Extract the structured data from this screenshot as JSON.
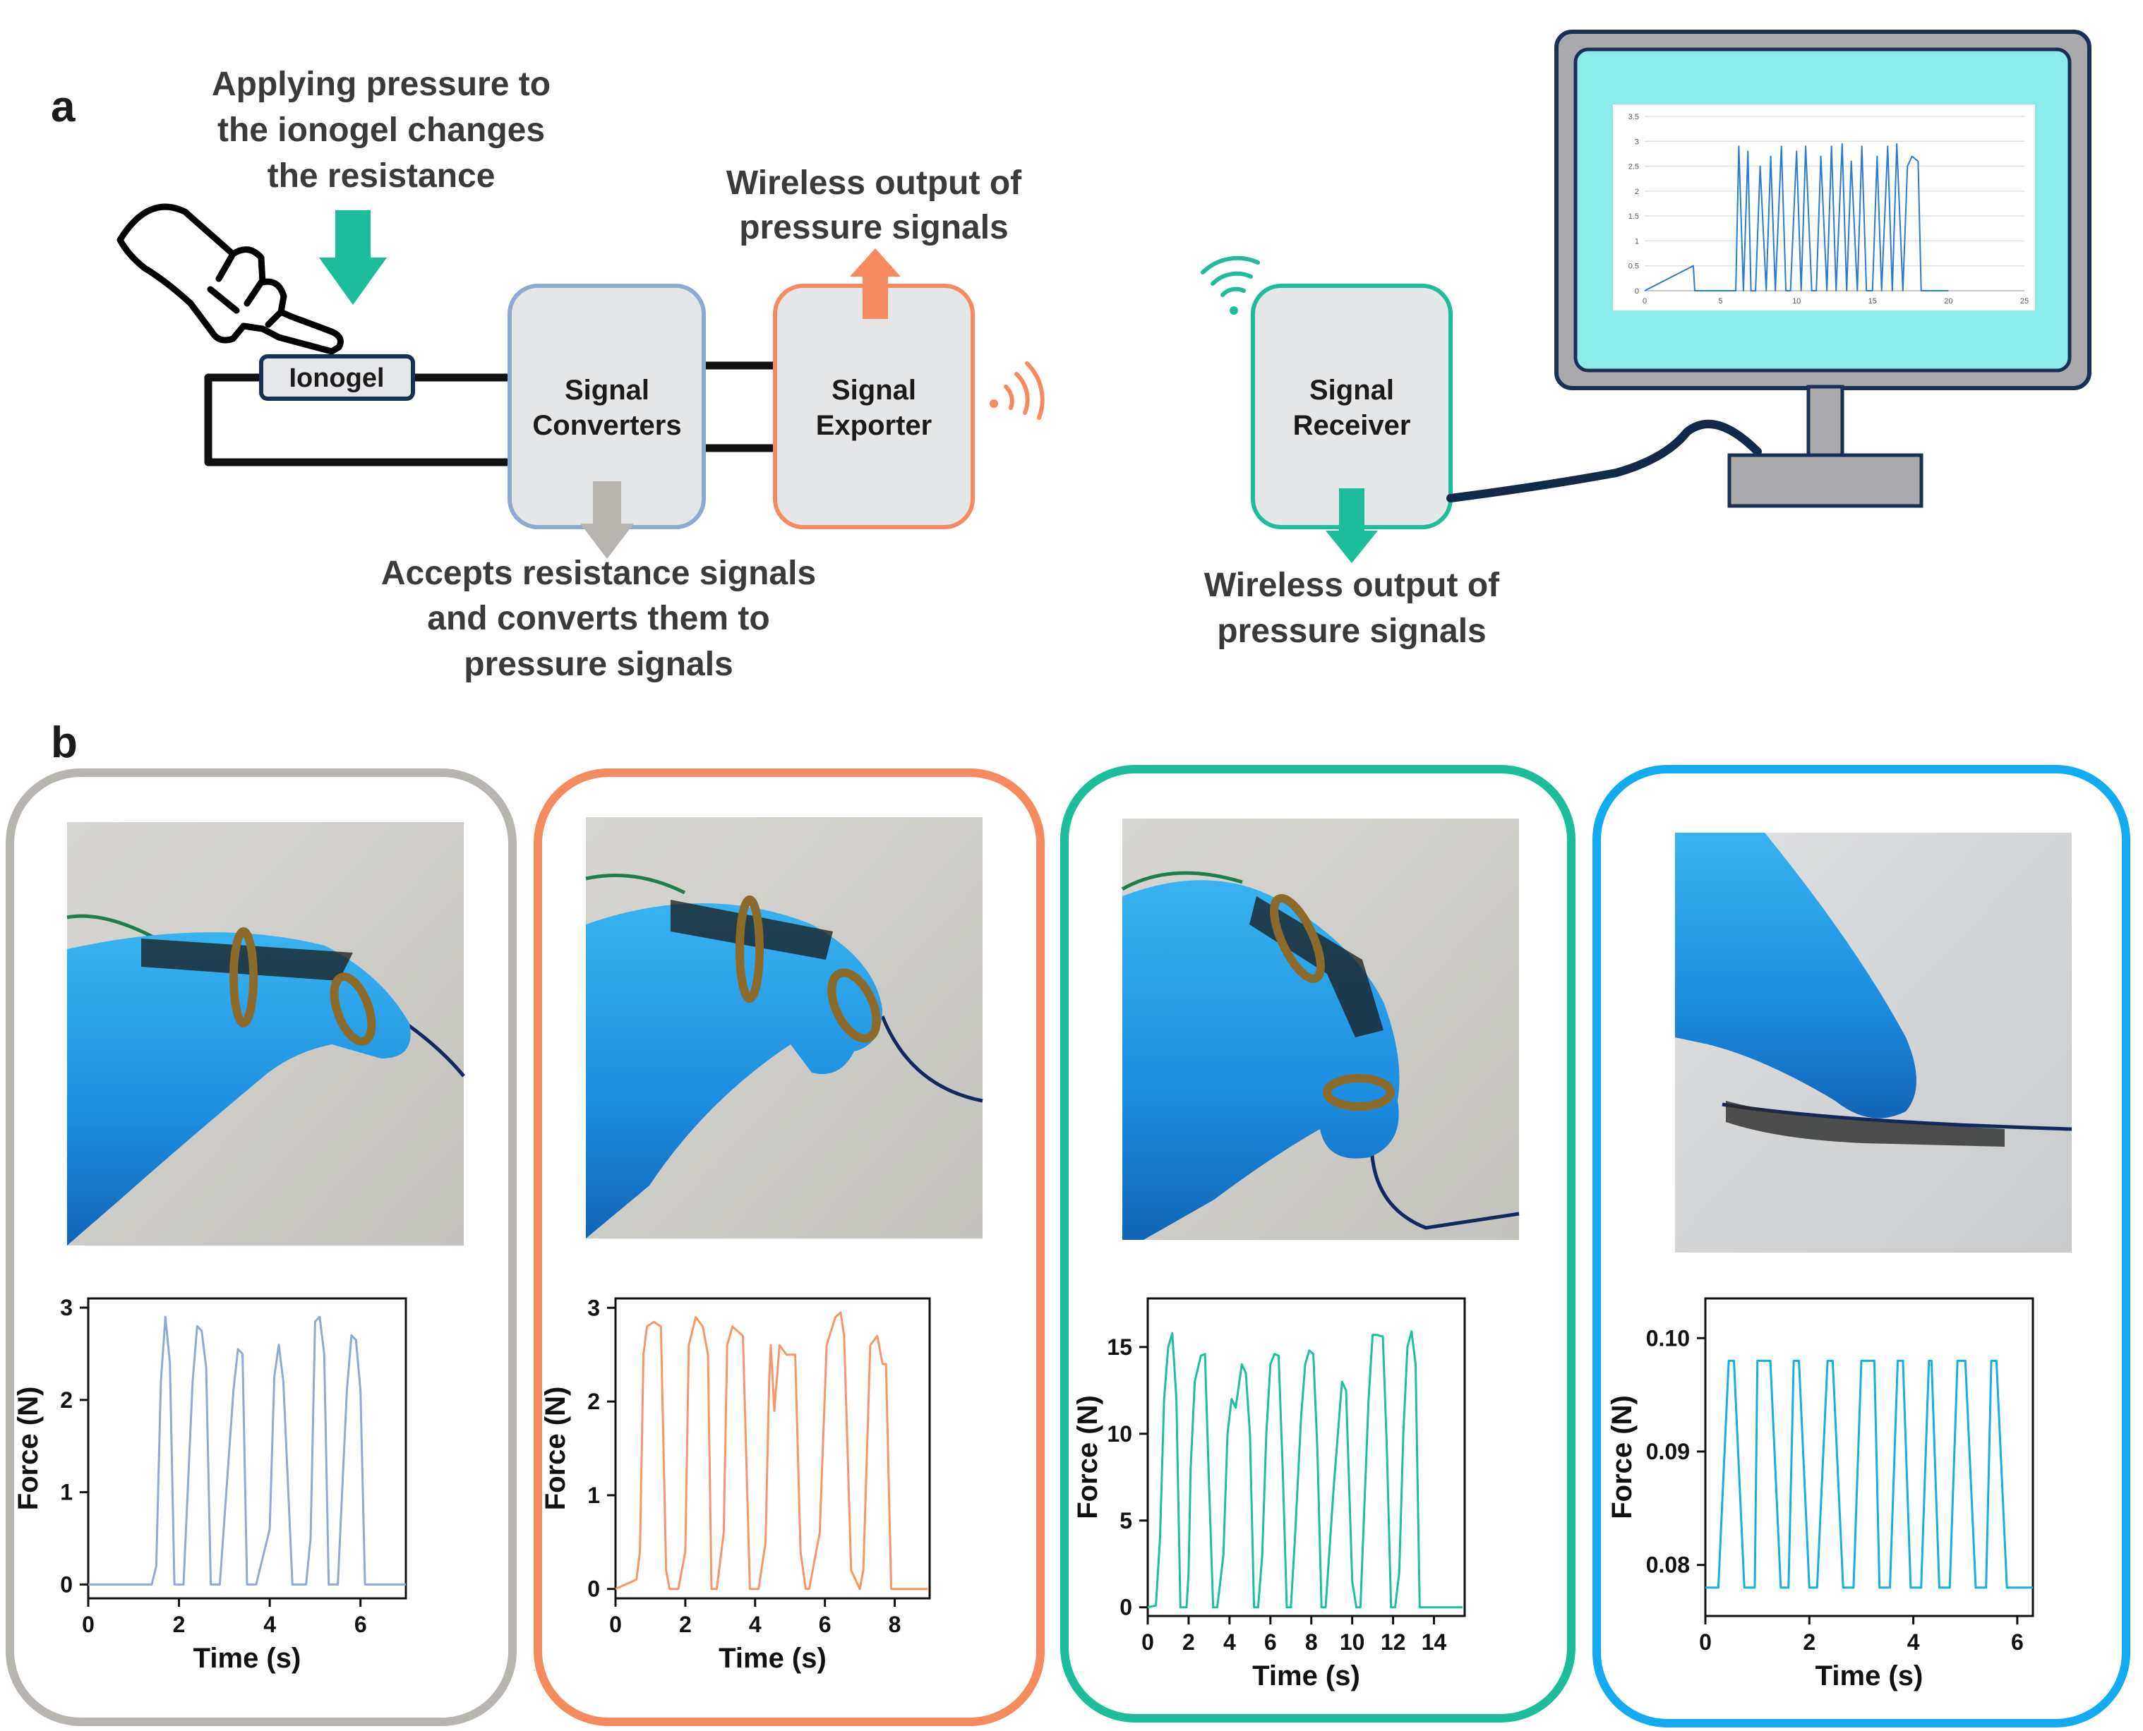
{
  "panel_a": {
    "label": "a",
    "pressure_text": [
      "Applying pressure to",
      "the ionogel changes",
      "the resistance"
    ],
    "ionogel_label": "Ionogel",
    "converter_label": [
      "Signal",
      "Converters"
    ],
    "exporter_label": [
      "Signal",
      "Exporter"
    ],
    "receiver_label": [
      "Signal",
      "Receiver"
    ],
    "wireless_output_text": [
      "Wireless output of",
      "pressure signals"
    ],
    "converter_text": [
      "Accepts resistance signals",
      "and converts them to",
      "pressure signals"
    ],
    "receiver_text": [
      "Wireless output of",
      "pressure signals"
    ],
    "colors": {
      "teal": "#1ebd9a",
      "orange": "#f58a5e",
      "blue_grey": "#8fa8cf",
      "grey": "#b8b5b0",
      "screen": "#8deaea",
      "cable": "#13294b"
    }
  },
  "monitor": {
    "icons": [
      "monitor-icon",
      "hand-pointer-icon",
      "wifi-icon"
    ],
    "x_ticks": [
      "0",
      "5",
      "10",
      "15",
      "20",
      "25"
    ],
    "y_ticks": [
      "0",
      "0.5",
      "1",
      "1.5",
      "2",
      "2.5",
      "3",
      "3.5"
    ]
  },
  "panel_b": {
    "label": "b",
    "photo_descriptions": [
      "finger-straight",
      "finger-half-bent",
      "finger-fully-bent",
      "finger-pressing-sensor"
    ]
  },
  "chart_data": [
    {
      "type": "line",
      "name": "monitor-plot",
      "xlim": [
        0,
        25
      ],
      "ylim": [
        0,
        3.5
      ],
      "x": [
        0,
        3.2,
        3.3,
        3.4,
        3.5,
        6.0,
        6.2,
        6.5,
        6.8,
        7.0,
        7.3,
        7.6,
        8.0,
        8.3,
        8.6,
        9.0,
        9.3,
        9.6,
        10.0,
        10.3,
        10.6,
        11.0,
        11.3,
        11.6,
        12.0,
        12.3,
        12.6,
        13.0,
        13.3,
        13.6,
        14.0,
        14.3,
        14.6,
        15.0,
        15.3,
        15.6,
        16.0,
        16.3,
        16.6,
        17.0,
        17.3,
        17.6,
        18.0,
        18.2,
        18.5,
        20.0
      ],
      "y": [
        0,
        0.5,
        0,
        0,
        0,
        0,
        2.9,
        0,
        2.8,
        0,
        0,
        2.5,
        0,
        2.7,
        0,
        2.9,
        0,
        0,
        2.8,
        0,
        2.9,
        0,
        0,
        2.7,
        0,
        2.9,
        0,
        2.95,
        0,
        2.6,
        0,
        2.9,
        0,
        0,
        2.7,
        0,
        2.9,
        0,
        2.95,
        0,
        2.5,
        2.7,
        2.6,
        0,
        0,
        0
      ],
      "color": "#2b7bd0"
    },
    {
      "type": "line",
      "name": "straight",
      "xlabel": "Time (s)",
      "ylabel": "Force (N)",
      "xlim": [
        0,
        7
      ],
      "ylim": [
        -0.15,
        3.1
      ],
      "xticks": [
        0,
        2,
        4,
        6
      ],
      "yticks": [
        0,
        1,
        2,
        3
      ],
      "color": "#92a9d4",
      "x": [
        0,
        1.4,
        1.5,
        1.6,
        1.7,
        1.8,
        1.9,
        2.1,
        2.3,
        2.4,
        2.5,
        2.6,
        2.7,
        2.9,
        3.2,
        3.3,
        3.4,
        3.5,
        3.7,
        4.0,
        4.1,
        4.2,
        4.3,
        4.5,
        4.8,
        4.9,
        5.0,
        5.1,
        5.2,
        5.3,
        5.5,
        5.7,
        5.8,
        5.9,
        6.0,
        6.1,
        7.0
      ],
      "y": [
        0,
        0,
        0.2,
        2.2,
        2.9,
        2.4,
        0,
        0,
        2.2,
        2.8,
        2.75,
        2.35,
        0,
        0,
        2.1,
        2.55,
        2.5,
        0,
        0,
        0.6,
        2.25,
        2.6,
        2.2,
        0,
        0,
        0.5,
        2.85,
        2.9,
        2.5,
        0,
        0,
        2.1,
        2.7,
        2.65,
        2.1,
        0,
        0
      ],
      "width": 3
    },
    {
      "type": "line",
      "name": "half-bent",
      "xlabel": "Time (s)",
      "ylabel": "Force (N)",
      "xlim": [
        0,
        9
      ],
      "ylim": [
        -0.1,
        3.1
      ],
      "xticks": [
        0,
        2,
        4,
        6,
        8
      ],
      "yticks": [
        0,
        1,
        2,
        3
      ],
      "color": "#f59769",
      "x": [
        0,
        0.6,
        0.7,
        0.8,
        0.9,
        1.1,
        1.3,
        1.45,
        1.55,
        1.8,
        2.0,
        2.1,
        2.3,
        2.5,
        2.65,
        2.75,
        2.9,
        3.1,
        3.2,
        3.35,
        3.65,
        3.85,
        4.1,
        4.3,
        4.4,
        4.45,
        4.55,
        4.7,
        4.9,
        5.15,
        5.3,
        5.45,
        5.55,
        5.85,
        6.05,
        6.3,
        6.45,
        6.55,
        6.75,
        7.0,
        7.1,
        7.3,
        7.5,
        7.6,
        7.65,
        7.75,
        7.9,
        8.95
      ],
      "y": [
        0,
        0.1,
        0.4,
        2.5,
        2.8,
        2.85,
        2.8,
        0.2,
        0,
        0,
        0.4,
        2.6,
        2.9,
        2.8,
        2.5,
        0,
        0,
        0.6,
        2.6,
        2.8,
        2.7,
        0,
        0,
        0.5,
        2.2,
        2.6,
        1.9,
        2.6,
        2.5,
        2.5,
        0.4,
        0,
        0,
        0.6,
        2.6,
        2.9,
        2.95,
        2.7,
        0.2,
        0,
        0.2,
        2.6,
        2.7,
        2.5,
        2.4,
        2.4,
        0,
        0
      ],
      "width": 3
    },
    {
      "type": "line",
      "name": "fully-bent",
      "xlabel": "Time (s)",
      "ylabel": "Force (N)",
      "xlim": [
        0,
        15.5
      ],
      "ylim": [
        -0.5,
        17.8
      ],
      "xticks": [
        0,
        2,
        4,
        6,
        8,
        10,
        12,
        14
      ],
      "yticks": [
        0,
        5,
        10,
        15
      ],
      "color": "#1cc0a0",
      "x": [
        0,
        0.4,
        0.6,
        0.8,
        1.0,
        1.2,
        1.4,
        1.6,
        1.9,
        2.0,
        2.1,
        2.3,
        2.6,
        2.8,
        3.0,
        3.2,
        3.4,
        3.7,
        3.9,
        4.1,
        4.3,
        4.6,
        4.8,
        5.0,
        5.2,
        5.4,
        5.6,
        5.8,
        6.0,
        6.2,
        6.4,
        6.6,
        6.8,
        7.0,
        7.2,
        7.5,
        7.7,
        7.9,
        8.1,
        8.3,
        8.5,
        8.7,
        8.9,
        9.1,
        9.3,
        9.5,
        9.7,
        10.0,
        10.2,
        10.4,
        10.6,
        10.8,
        11.0,
        11.2,
        11.5,
        11.7,
        11.9,
        12.1,
        12.3,
        12.5,
        12.7,
        12.9,
        13.1,
        13.3,
        13.5,
        13.7,
        13.9,
        14.1,
        14.3,
        14.5,
        14.7,
        14.9,
        15.4
      ],
      "y": [
        0,
        0.1,
        4.0,
        12.0,
        15.0,
        15.8,
        12.0,
        0,
        0,
        2.0,
        8.0,
        13.0,
        14.5,
        14.6,
        7.0,
        0,
        0,
        3.0,
        10.0,
        12.0,
        11.5,
        14.0,
        13.5,
        10.0,
        0,
        0,
        3.0,
        10.0,
        14.0,
        14.6,
        14.5,
        8.0,
        0,
        0,
        4.0,
        11.0,
        14.0,
        14.8,
        14.6,
        9.0,
        0,
        0,
        3.5,
        7.0,
        10.0,
        13.0,
        12.5,
        1.5,
        0,
        0,
        6.0,
        12.0,
        15.7,
        15.7,
        15.6,
        9.0,
        0,
        0,
        2.0,
        10.0,
        15.0,
        15.9,
        14.0,
        0,
        0,
        0,
        0,
        0,
        0,
        0,
        0,
        0,
        0
      ],
      "width": 3
    },
    {
      "type": "line",
      "name": "pressing",
      "xlabel": "Time (s)",
      "ylabel": "Force (N)",
      "xlim": [
        0,
        6.3
      ],
      "ylim": [
        0.0755,
        0.1035
      ],
      "xticks": [
        0,
        2,
        4,
        6
      ],
      "yticks": [
        0.08,
        0.09,
        0.1
      ],
      "yticklabels": [
        "0.08",
        "0.09",
        "0.10"
      ],
      "color": "#14b0e3",
      "x": [
        0,
        0.25,
        0.45,
        0.5,
        0.55,
        0.75,
        0.95,
        1.0,
        1.15,
        1.25,
        1.45,
        1.6,
        1.7,
        1.8,
        2.0,
        2.15,
        2.35,
        2.45,
        2.65,
        2.85,
        3.0,
        3.1,
        3.25,
        3.35,
        3.55,
        3.7,
        3.8,
        3.95,
        4.15,
        4.3,
        4.35,
        4.5,
        4.7,
        4.85,
        5.0,
        5.2,
        5.4,
        5.5,
        5.6,
        5.8,
        6.3
      ],
      "y": [
        0.078,
        0.078,
        0.098,
        0.098,
        0.098,
        0.078,
        0.078,
        0.098,
        0.098,
        0.098,
        0.078,
        0.078,
        0.098,
        0.098,
        0.078,
        0.078,
        0.098,
        0.098,
        0.078,
        0.078,
        0.098,
        0.098,
        0.098,
        0.078,
        0.078,
        0.098,
        0.098,
        0.078,
        0.078,
        0.098,
        0.098,
        0.078,
        0.078,
        0.098,
        0.098,
        0.078,
        0.078,
        0.098,
        0.098,
        0.078,
        0.078
      ],
      "width": 3
    }
  ]
}
